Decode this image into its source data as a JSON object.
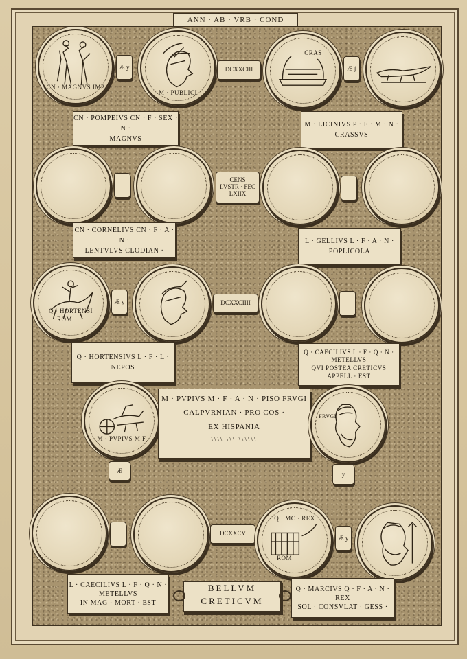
{
  "header": "ANN · AB · VRB · COND",
  "years": [
    "DCXXCIII",
    "DCXXCIIII",
    "DCXXCV"
  ],
  "census": [
    "CENS",
    "LVSTR · FEC",
    "LXIIX"
  ],
  "coin_legends": {
    "pompeius": "CN · MAGNVS IMP",
    "roma1": "M · PUBLICI",
    "crassus": "CRAS",
    "hortensius": "Q · HORTENSI",
    "hortensius_roma": "ROM",
    "pupius": "M · PVPIVS M F",
    "frugi": "FRVGI",
    "marcius": "Q · MC · REX",
    "marcius_roma": "ROM"
  },
  "connectors": {
    "r1a": "Æ y",
    "r1b": "Æ ʃ",
    "r3a": "Æ y",
    "r5a": "Æ y",
    "pupius": "Æ",
    "frugi": "y"
  },
  "plaques": {
    "pompeius": [
      "CN · POMPEIVS CN · F · SEX · N ·",
      "MAGNVS"
    ],
    "crassus": [
      "M · LICINIVS P · F · M · N ·",
      "CRASSVS"
    ],
    "lentulus": [
      "CN · CORNELIVS CN · F · A · N ·",
      "LENTVLVS CLODIAN ·"
    ],
    "gellius": [
      "L · GELLIVS L · F · A · N ·",
      "POPLICOLA"
    ],
    "hortensius": [
      "Q · HORTENSIVS L · F · L ·",
      "NEPOS"
    ],
    "metellus": [
      "Q · CAECILIVS L · F · Q · N ·",
      "METELLVS",
      "QVI POSTEA CRETICVS",
      "APPELL · EST"
    ],
    "metellus2": [
      "L · CAECILIVS L · F · Q · N ·",
      "METELLVS",
      "IN MAG · MORT · EST"
    ],
    "rex": [
      "Q · MARCIVS Q · F · A · N ·",
      "REX",
      "SOL · CONSVLAT · GESS ·"
    ]
  },
  "piso": [
    "M · PVPIVS M · F · A · N · PISO FRVGI",
    "CALPVRNIAN · PRO COS ·",
    "EX HISPANIA",
    "\\\\\\\\ \\\\\\ \\\\\\\\\\\\"
  ],
  "bellum": [
    "BELLVM",
    "CRETICVM"
  ]
}
